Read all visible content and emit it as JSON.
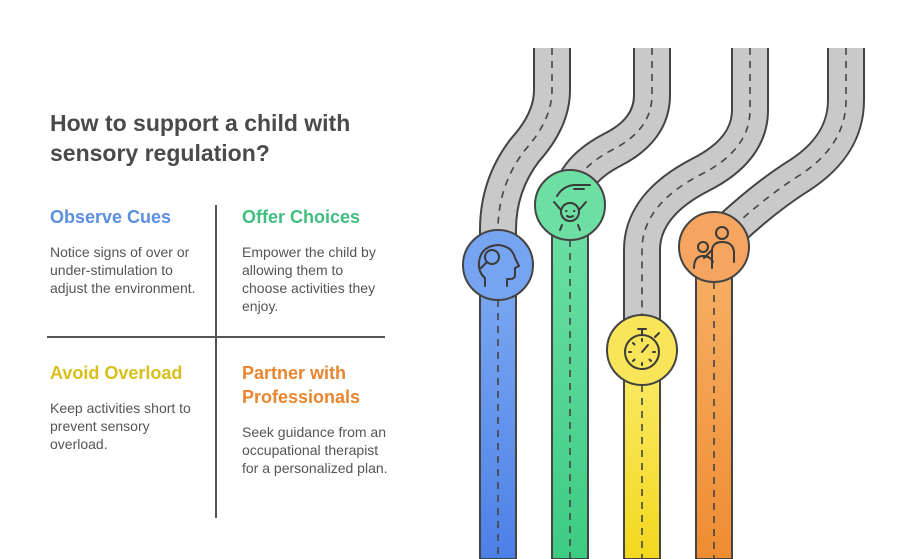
{
  "title": "How to support a child with sensory regulation?",
  "cards": [
    {
      "heading": "Observe Cues",
      "text": "Notice signs of over or under-stimulation to adjust the environment.",
      "color": "#5b8fe0",
      "icon": "head-magnifier-icon"
    },
    {
      "heading": "Offer Choices",
      "text": "Empower the child by allowing them to choose activities they enjoy.",
      "color": "#3fbf7f",
      "icon": "hand-over-child-icon"
    },
    {
      "heading": "Avoid Overload",
      "text": "Keep activities short to prevent sensory overload.",
      "color": "#e0c81e",
      "icon": "stopwatch-icon"
    },
    {
      "heading": "Partner with Professionals",
      "text": "Seek guidance from an occupational therapist for a personalized plan.",
      "color": "#e8862e",
      "icon": "adult-child-icon"
    }
  ]
}
